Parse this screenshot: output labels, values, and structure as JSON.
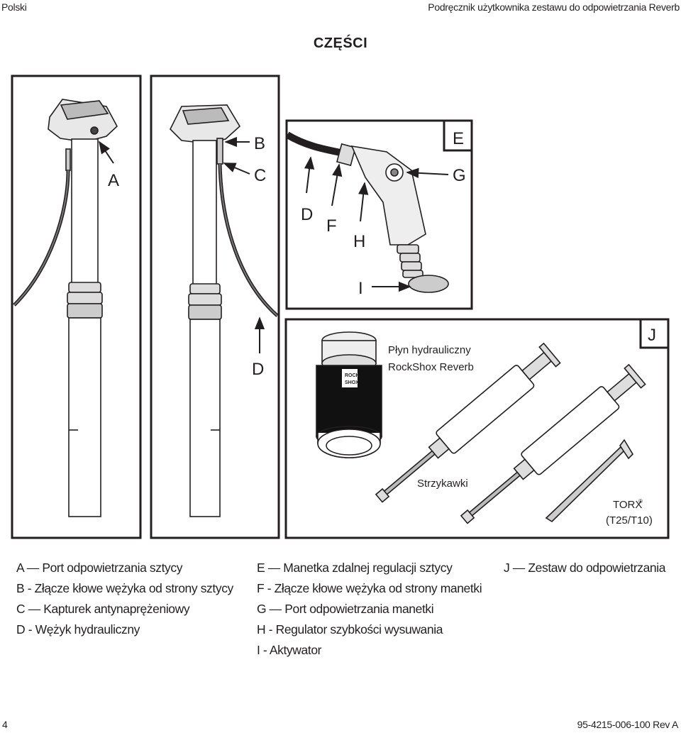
{
  "header": {
    "language": "Polski",
    "doc_title": "Podręcznik użytkownika zestawu do odpowietrzania Reverb"
  },
  "section_title": "CZĘŚCI",
  "callouts": {
    "A": "A",
    "B": "B",
    "C": "C",
    "D_top": "D",
    "D_bottom": "D",
    "E": "E",
    "F": "F",
    "G": "G",
    "H": "H",
    "I": "I",
    "J": "J"
  },
  "kit_labels": {
    "fluid_line1": "Płyn hydrauliczny",
    "fluid_line2": "RockShox Reverb",
    "bottle_logo_line1": "ROCK",
    "bottle_logo_line2": "SHOX",
    "syringes": "Strzykawki",
    "torx": "TORX",
    "torx_mark": "®",
    "torx_size": "(T25/T10)"
  },
  "legend": {
    "col1": [
      "A — Port odpowietrzania sztycy",
      "B - Złącze kłowe wężyka od strony sztycy",
      "C — Kapturek antynaprężeniowy",
      "D - Wężyk hydrauliczny"
    ],
    "col2": [
      "E — Manetka zdalnej regulacji sztycy",
      "F - Złącze kłowe wężyka od strony manetki",
      "G — Port odpowietrzania manetki",
      "H - Regulator szybkości wysuwania",
      "I - Aktywator"
    ],
    "col3": [
      "J — Zestaw do odpowietrzania"
    ]
  },
  "footer": {
    "page_number": "4",
    "doc_code": "95-4215-006-100 Rev A"
  }
}
